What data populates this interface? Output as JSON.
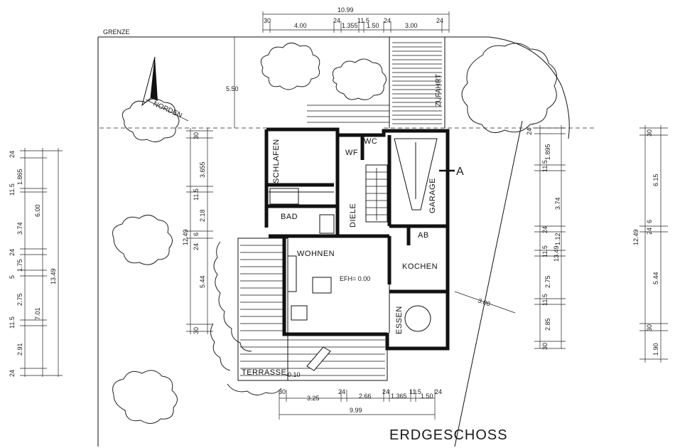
{
  "plan": {
    "title": "ERDGESCHOSS",
    "boundary_label": "GRENZE",
    "north_label": "NORDEN",
    "driveway_label": "ZUFAHRT",
    "section_marker": "A",
    "terrace_level": "-0.10",
    "floor_level": "EFH= 0.00",
    "rooms": {
      "schlafen": "SCHLAFEN",
      "wf": "WF",
      "wc": "WC",
      "bad": "BAD",
      "diele": "DIELE",
      "garage": "GARAGE",
      "ab": "AB",
      "wohnen": "WOHNEN",
      "kochen": "KOCHEN",
      "essen": "ESSEN",
      "terrasse": "TERRASSE"
    },
    "dims_top": [
      "10.99",
      "30",
      "4.00",
      "24",
      "1.355",
      "11.5",
      "1.50",
      "24",
      "3.00",
      "24"
    ],
    "dim_top_offset": "5.50",
    "dims_bottom": [
      "30",
      "3.25",
      "24",
      "2.66",
      "24",
      "1.365",
      "11.5",
      "1.50",
      "24",
      "9.99"
    ],
    "dims_left_outer": [
      "24",
      "1.865",
      "11.5",
      "3.74",
      "6.00",
      "24",
      "1.75",
      "5",
      "2.75",
      "13.49",
      "7.01",
      "11.5",
      "2.91",
      "24"
    ],
    "dims_left_inner": [
      "30",
      "3.655",
      "11.5",
      "2.18",
      "12.49",
      "6",
      "24",
      "5.44",
      "30"
    ],
    "dims_right_inner": [
      "24",
      "1.895",
      "11.5",
      "3.74",
      "24",
      "1.12",
      "11.5",
      "13.49",
      "2.75",
      "11.5",
      "2.85",
      "30"
    ],
    "dims_right_outer": [
      "30",
      "6.15",
      "6",
      "24",
      "12.49",
      "5.44",
      "30",
      "1.90"
    ],
    "dim_diagonal": "3.00"
  }
}
